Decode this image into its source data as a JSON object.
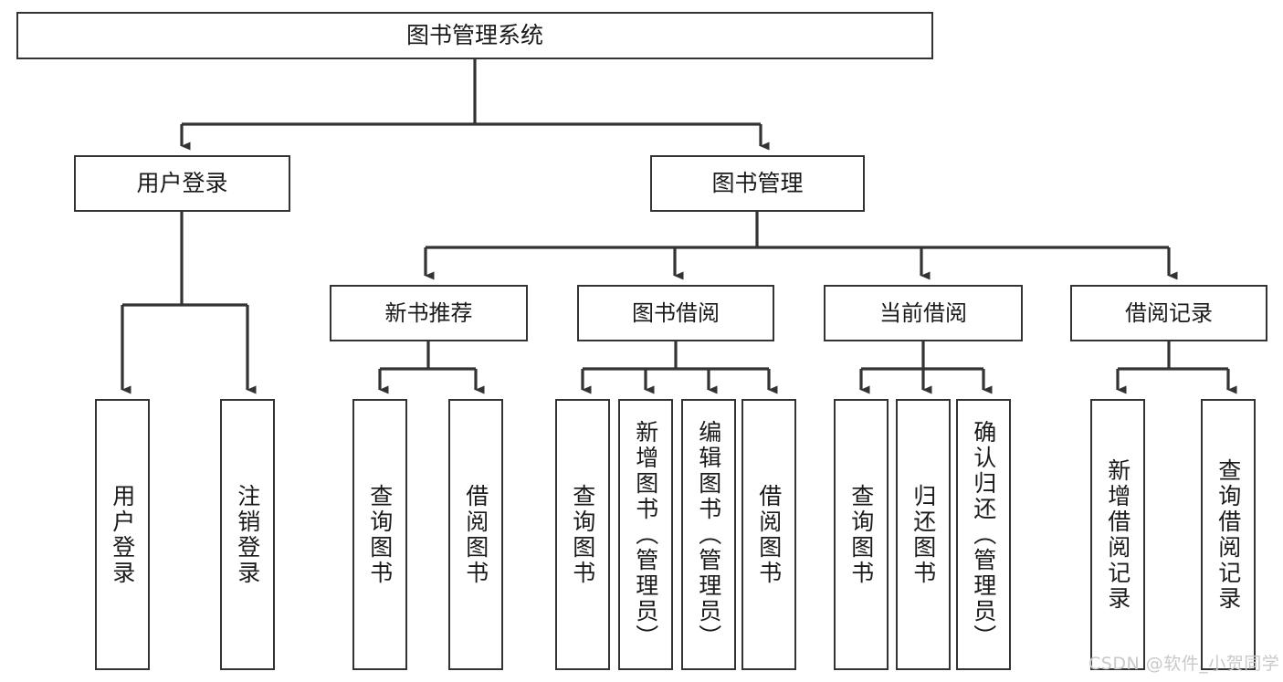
{
  "diagram": {
    "title": "图书管理系统",
    "type": "tree-hierarchy",
    "root": {
      "id": "root",
      "label": "图书管理系统"
    },
    "level2": [
      {
        "id": "user-login",
        "label": "用户登录"
      },
      {
        "id": "book-manage",
        "label": "图书管理"
      }
    ],
    "level3": [
      {
        "id": "new-book-rec",
        "label": "新书推荐",
        "parent": "book-manage"
      },
      {
        "id": "book-borrow",
        "label": "图书借阅",
        "parent": "book-manage"
      },
      {
        "id": "current-borrow",
        "label": "当前借阅",
        "parent": "book-manage"
      },
      {
        "id": "borrow-record",
        "label": "借阅记录",
        "parent": "book-manage"
      }
    ],
    "leaves": [
      {
        "id": "leaf-user-login",
        "label": "用户登录",
        "parent": "user-login"
      },
      {
        "id": "leaf-logout",
        "label": "注销登录",
        "parent": "user-login"
      },
      {
        "id": "leaf-query-book-1",
        "label": "查询图书",
        "parent": "new-book-rec"
      },
      {
        "id": "leaf-borrow-book-1",
        "label": "借阅图书",
        "parent": "new-book-rec"
      },
      {
        "id": "leaf-query-book-2",
        "label": "查询图书",
        "parent": "book-borrow"
      },
      {
        "id": "leaf-add-book",
        "label": "新增图书（管理员）",
        "parent": "book-borrow"
      },
      {
        "id": "leaf-edit-book",
        "label": "编辑图书（管理员）",
        "parent": "book-borrow"
      },
      {
        "id": "leaf-borrow-book-2",
        "label": "借阅图书",
        "parent": "book-borrow"
      },
      {
        "id": "leaf-query-book-3",
        "label": "查询图书",
        "parent": "current-borrow"
      },
      {
        "id": "leaf-return-book",
        "label": "归还图书",
        "parent": "current-borrow"
      },
      {
        "id": "leaf-confirm-return",
        "label": "确认归还（管理员）",
        "parent": "current-borrow"
      },
      {
        "id": "leaf-add-record",
        "label": "新增借阅记录",
        "parent": "borrow-record"
      },
      {
        "id": "leaf-query-record",
        "label": "查询借阅记录",
        "parent": "borrow-record"
      }
    ],
    "colors": {
      "box_border": "#333333",
      "box_fill": "#ffffff",
      "edge": "#333333",
      "text": "#1a1a1a",
      "watermark": "#c9c9c9",
      "background": "#ffffff"
    }
  },
  "watermark": {
    "text": "CSDN @软件_小贺同学"
  }
}
